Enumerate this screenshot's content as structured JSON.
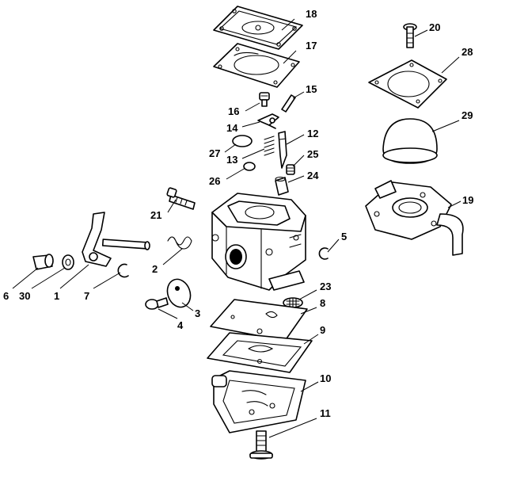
{
  "diagram": {
    "background": "#ffffff",
    "line_color": "#000000",
    "callouts": [
      "18",
      "17",
      "15",
      "16",
      "14",
      "12",
      "27",
      "13",
      "25",
      "26",
      "24",
      "21",
      "5",
      "2",
      "6",
      "30",
      "1",
      "7",
      "23",
      "8",
      "4",
      "3",
      "9",
      "10",
      "11",
      "20",
      "28",
      "29",
      "19"
    ]
  }
}
